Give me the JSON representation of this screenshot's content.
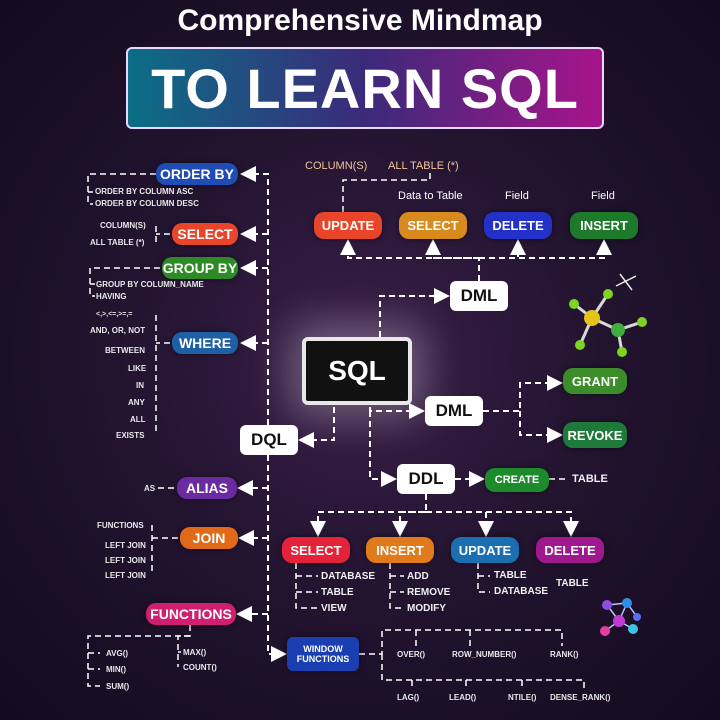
{
  "title": "Comprehensive Mindmap",
  "banner": "TO LEARN SQL",
  "center": "SQL",
  "colors": {
    "teal": "#0e7fa0",
    "purple": "#5b2c8e",
    "magenta": "#b0178d",
    "select_red": "#e8452a",
    "order_blue": "#1f4db5",
    "green": "#1d8b2b",
    "where_blue": "#1f5fa6",
    "alias_purple": "#6a2ba0",
    "join_orange": "#e06a1a",
    "functions_pink": "#d01f6e",
    "window_blue": "#1a3fb0"
  },
  "dml_top": {
    "label": "DML",
    "column_label": "COLUMN(S)",
    "all_table_label": "ALL TABLE (*)",
    "data_to_table": "Data to Table",
    "field1": "Field",
    "field2": "Field",
    "update": "UPDATE",
    "select": "SELECT",
    "delete": "DELETE",
    "insert": "INSERT"
  },
  "dml_mid": {
    "label": "DML",
    "grant": "GRANT",
    "revoke": "REVOKE"
  },
  "ddl": {
    "label": "DDL",
    "create": "CREATE",
    "create_table": "TABLE",
    "select": "SELECT",
    "insert": "INSERT",
    "update": "UPDATE",
    "delete": "DELETE",
    "select_items": [
      "DATABASE",
      "TABLE",
      "VIEW"
    ],
    "insert_items": [
      "ADD",
      "REMOVE",
      "MODIFY"
    ],
    "update_items": [
      "TABLE",
      "DATABASE"
    ],
    "delete_item": "TABLE"
  },
  "dql": {
    "label": "DQL",
    "order_by": "ORDER BY",
    "order_items": [
      "ORDER BY COLUMN ASC",
      "ORDER BY COLUMN DESC"
    ],
    "select": "SELECT",
    "select_items": [
      "COLUMN(S)",
      "ALL TABLE (*)"
    ],
    "group_by": "GROUP BY",
    "group_items": [
      "GROUP BY COLUMN_NAME",
      "HAVING"
    ],
    "where": "WHERE",
    "where_items": [
      "<,>,<=,>=,=",
      "AND, OR, NOT",
      "BETWEEN",
      "LIKE",
      "IN",
      "ANY",
      "ALL",
      "EXISTS"
    ],
    "alias": "ALIAS",
    "alias_item": "AS",
    "join": "JOIN",
    "join_items": [
      "FUNCTIONS",
      "LEFT JOIN",
      "LEFT JOIN",
      "LEFT JOIN"
    ],
    "functions": "FUNCTIONS",
    "functions_left": [
      "AVG()",
      "MIN()",
      "SUM()"
    ],
    "functions_right": [
      "MAX()",
      "COUNT()"
    ],
    "window_line1": "WINDOW",
    "window_line2": "FUNCTIONS",
    "window_top": [
      "OVER()",
      "ROW_NUMBER()",
      "RANK()"
    ],
    "window_bottom": [
      "LAG()",
      "LEAD()",
      "NTILE()",
      "DENSE_RANK()"
    ]
  }
}
